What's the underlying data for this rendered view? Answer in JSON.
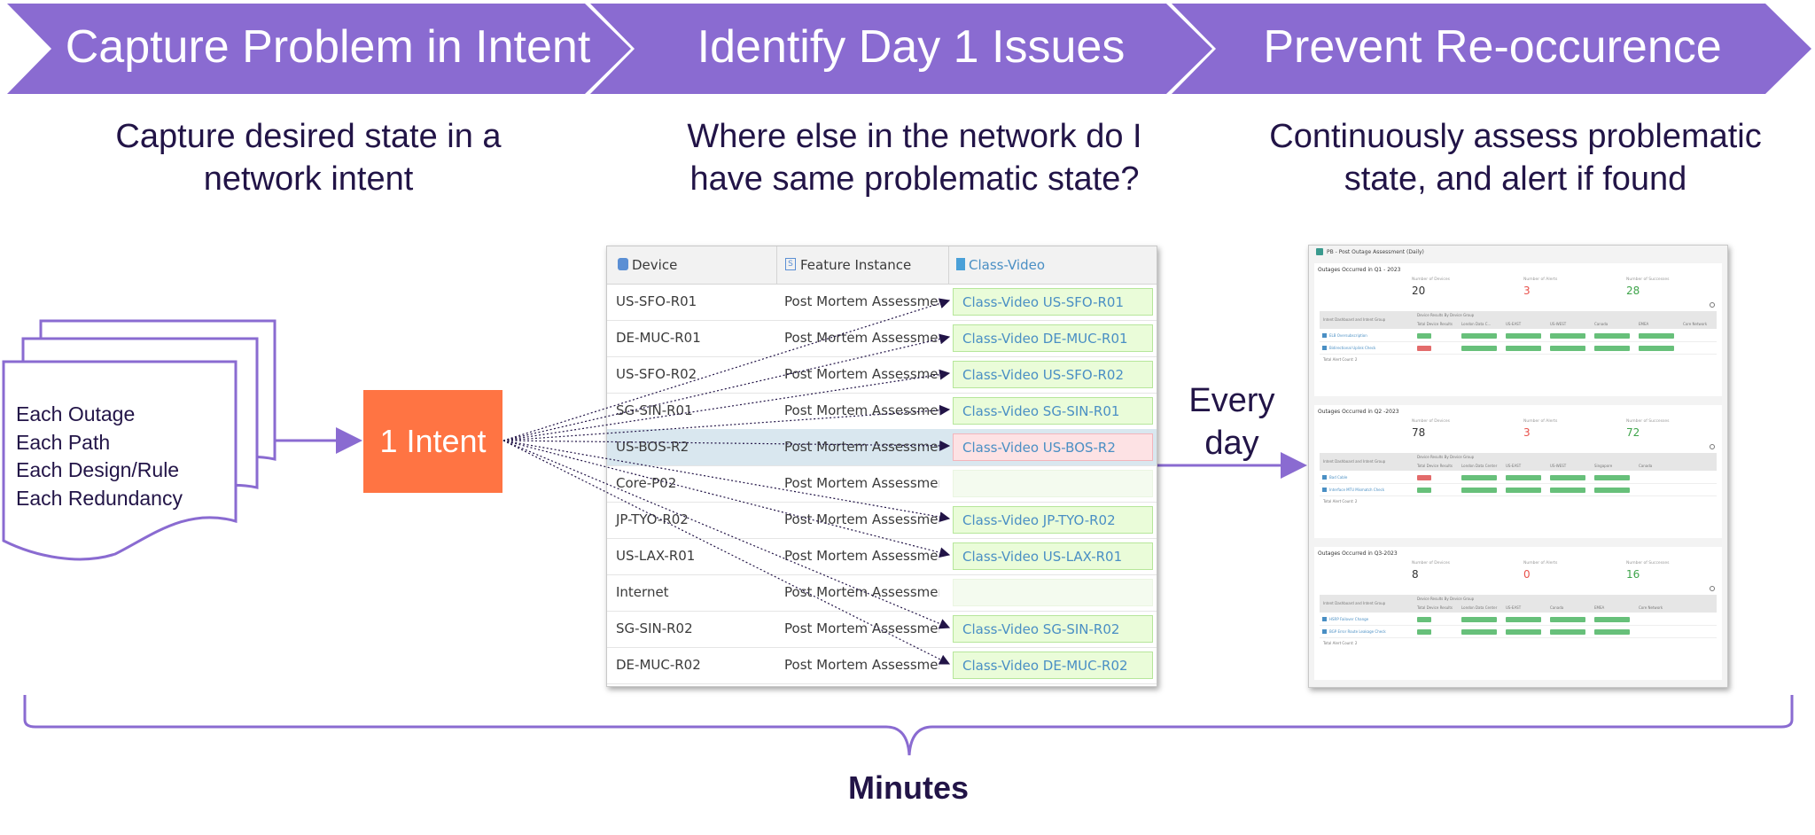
{
  "banner": {
    "steps": [
      "Capture Problem in Intent",
      "Identify Day 1 Issues",
      "Prevent Re-occurence"
    ],
    "color": "#8a6bd1"
  },
  "descriptions": [
    "Capture desired state in a\nnetwork intent",
    "Where else in the network do I\nhave same problematic state?",
    "Continuously assess problematic\nstate, and alert if found"
  ],
  "doc_stack": {
    "lines": [
      "Each Outage",
      "Each Path",
      "Each Design/Rule",
      "Each Redundancy"
    ]
  },
  "intent_box": {
    "label": "1 Intent",
    "color": "#ff7443"
  },
  "table": {
    "columns": [
      "Device",
      "Feature Instance",
      "Class-Video"
    ],
    "rows": [
      {
        "device": "US-SFO-R01",
        "feature": "Post Mortem Assessment (...",
        "class_video": "Class-Video US-SFO-R01",
        "status": "ok"
      },
      {
        "device": "DE-MUC-R01",
        "feature": "Post Mortem Assessment (...",
        "class_video": "Class-Video DE-MUC-R01",
        "status": "ok"
      },
      {
        "device": "US-SFO-R02",
        "feature": "Post Mortem Assessment (...",
        "class_video": "Class-Video US-SFO-R02",
        "status": "ok"
      },
      {
        "device": "SG-SIN-R01",
        "feature": "Post Mortem Assessment (S...",
        "class_video": "Class-Video SG-SIN-R01",
        "status": "ok"
      },
      {
        "device": "US-BOS-R2",
        "feature": "Post Mortem Assessment (...",
        "class_video": "Class-Video US-BOS-R2",
        "status": "bad"
      },
      {
        "device": "Core-P02",
        "feature": "Post Mortem Assessment (C...",
        "class_video": "",
        "status": "empty"
      },
      {
        "device": "JP-TYO-R02",
        "feature": "Post Mortem Assessment (J...",
        "class_video": "Class-Video JP-TYO-R02",
        "status": "ok"
      },
      {
        "device": "US-LAX-R01",
        "feature": "Post Mortem Assessment (...",
        "class_video": "Class-Video US-LAX-R01",
        "status": "ok"
      },
      {
        "device": "Internet",
        "feature": "Post Mortem Assessment (I...",
        "class_video": "",
        "status": "empty"
      },
      {
        "device": "SG-SIN-R02",
        "feature": "Post Mortem Assessment (S...",
        "class_video": "Class-Video SG-SIN-R02",
        "status": "ok"
      },
      {
        "device": "DE-MUC-R02",
        "feature": "Post Mortem Assessment (...",
        "class_video": "Class-Video DE-MUC-R02",
        "status": "ok"
      }
    ]
  },
  "every_day": "Every\nday",
  "dashboard": {
    "title": "PB - Post Outage Assessment (Daily)",
    "stat_labels": [
      "Number of Devices",
      "Number of Alerts",
      "Number of Successes"
    ],
    "grid_header": "Device Results By Device Group",
    "intent_group_label": "Intent Dashboard and Intent Group",
    "total_alert_label": "Total Alert Count: 2",
    "sections": [
      {
        "title": "Outages Occurred in Q1 - 2023",
        "devices": "20",
        "alerts": "3",
        "successes": "28",
        "cols": [
          "Total Device Results",
          "London Data C...",
          "US-EAST",
          "US-WEST",
          "Canada",
          "EMEA",
          "Core Network"
        ],
        "rows": [
          "ELB Oversubscription",
          "Bidirectional Uplink Check"
        ]
      },
      {
        "title": "Outages Occurred in Q2 -2023",
        "devices": "78",
        "alerts": "3",
        "successes": "72",
        "cols": [
          "Total Device Results",
          "London Data Center",
          "US-EAST",
          "US-WEST",
          "Singapore",
          "Canada"
        ],
        "rows": [
          "Bad Cable",
          "Interface MTU Mismatch Check"
        ]
      },
      {
        "title": "Outages Occurred in Q3-2023",
        "devices": "8",
        "alerts": "0",
        "successes": "16",
        "cols": [
          "Total Device Results",
          "London Data Center",
          "US-EAST",
          "Canada",
          "EMEA",
          "Core Network"
        ],
        "rows": [
          "HSRP Failover Change",
          "BGP Error Route Leakage Check"
        ]
      }
    ]
  },
  "bottom_label": "Minutes",
  "colors": {
    "purple": "#8a6bd1",
    "navy": "#221447",
    "alert": "#e8514b",
    "success": "#3ea44a",
    "pill_green": "#67c07a",
    "pill_red": "#e36b6b"
  }
}
